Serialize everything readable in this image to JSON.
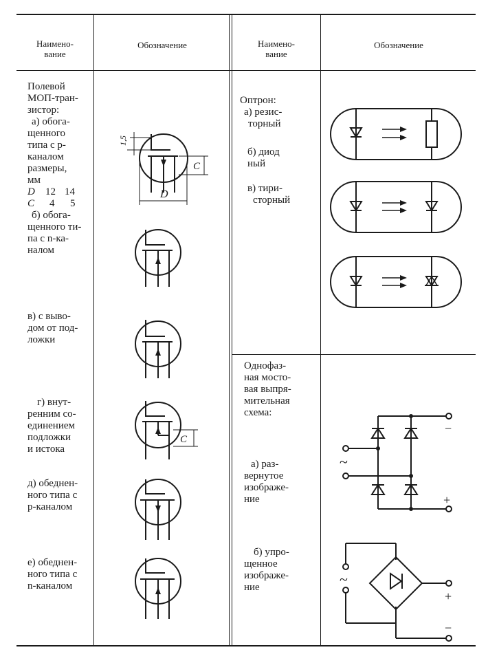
{
  "headers": {
    "left_name": [
      "Наимено-",
      "вание"
    ],
    "left_designation": "Обозначение",
    "right_name": [
      "Наимено-",
      "вание"
    ],
    "right_designation": "Обозначение"
  },
  "left": {
    "mosfet_title": [
      "Полевой",
      "МОП-тран-",
      "зистор:"
    ],
    "a_lines": [
      "а) обога-",
      "щенного",
      "типа с p-",
      "каналом",
      "размеры,",
      "мм"
    ],
    "dims_D": [
      "D",
      "12",
      "14"
    ],
    "dims_C": [
      "C",
      "4",
      "5"
    ],
    "b_lines": [
      "б) обога-",
      "щенного ти-",
      "па с n-ка-",
      "налом"
    ],
    "v_lines": [
      "в) с выво-",
      "дом от под-",
      "ложки"
    ],
    "g_lines": [
      "г) внут-",
      "ренним со-",
      "единением",
      "подложки",
      "и истока"
    ],
    "d_lines": [
      "д) обеднен-",
      "ного типа с",
      "p-каналом"
    ],
    "e_lines": [
      "е) обеднен-",
      "ного типа с",
      "n-каналом"
    ],
    "sym_labels": {
      "dim15": "1,5",
      "dimC": "C",
      "dimD": "D"
    }
  },
  "right": {
    "optron_title": "Оптрон:",
    "optron_a": [
      "а) резис-",
      "торный"
    ],
    "optron_b": [
      "б) диод",
      "ный"
    ],
    "optron_v": [
      "в) тири-",
      "сторный"
    ],
    "bridge_title": [
      "Однофаз-",
      "ная мосто-",
      "вая выпря-",
      "мительная",
      "схема:"
    ],
    "bridge_a": [
      "а) раз-",
      "вернутое",
      "изображе-",
      "ние"
    ],
    "bridge_b": [
      "б) упро-",
      "щенное",
      "изображе-",
      "ние"
    ],
    "signs": {
      "ac": "~",
      "plus": "+",
      "minus": "−"
    }
  }
}
